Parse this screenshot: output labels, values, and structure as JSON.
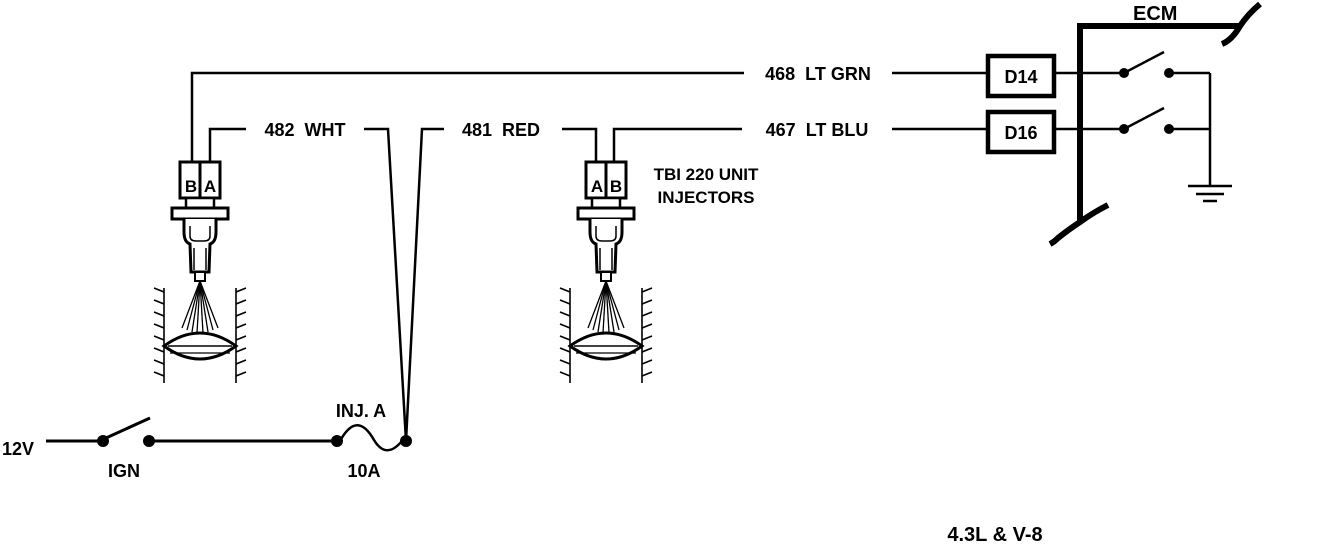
{
  "ecm": {
    "label": "ECM"
  },
  "pins": {
    "d14": "D14",
    "d16": "D16"
  },
  "wires": {
    "w468": "468  LT GRN",
    "w467": "467  LT BLU",
    "w482": "482  WHT",
    "w481": "481  RED"
  },
  "injector_left": {
    "pin_b": "B",
    "pin_a": "A"
  },
  "injector_right": {
    "pin_a": "A",
    "pin_b": "B"
  },
  "injectors_label": {
    "line1": "TBI 220 UNIT",
    "line2": "INJECTORS"
  },
  "power": {
    "source": "12V",
    "switch": "IGN"
  },
  "fuse": {
    "name": "INJ. A",
    "rating": "10A"
  },
  "footer": {
    "engine": "4.3L & V-8"
  }
}
